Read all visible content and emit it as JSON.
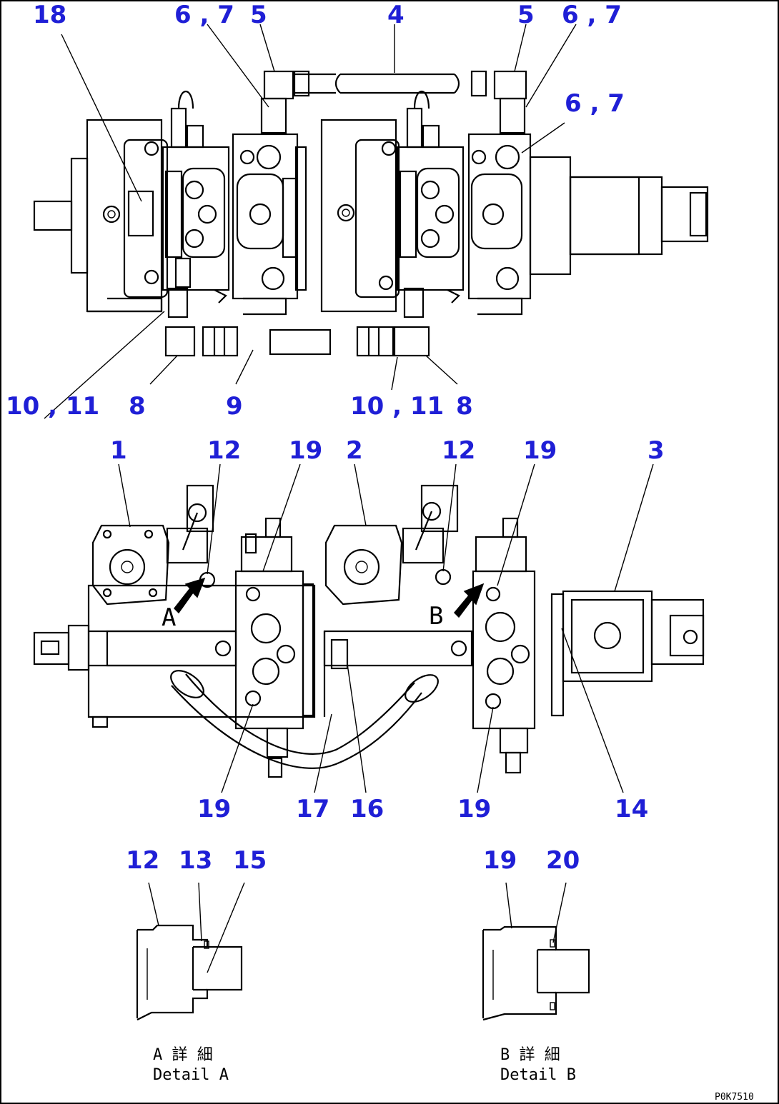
{
  "callouts": [
    {
      "id": "c18",
      "label": "18"
    },
    {
      "id": "c67a",
      "label": "6 , 7"
    },
    {
      "id": "c5a",
      "label": "5"
    },
    {
      "id": "c4",
      "label": "4"
    },
    {
      "id": "c5b",
      "label": "5"
    },
    {
      "id": "c67b",
      "label": "6 , 7"
    },
    {
      "id": "c67c",
      "label": "6 , 7"
    },
    {
      "id": "c1011a",
      "label": "10 , 11"
    },
    {
      "id": "c8a",
      "label": "8"
    },
    {
      "id": "c9",
      "label": "9"
    },
    {
      "id": "c1011b",
      "label": "10 , 11"
    },
    {
      "id": "c8b",
      "label": "8"
    },
    {
      "id": "c1",
      "label": "1"
    },
    {
      "id": "c12a",
      "label": "12"
    },
    {
      "id": "c19a",
      "label": "19"
    },
    {
      "id": "c2",
      "label": "2"
    },
    {
      "id": "c12b",
      "label": "12"
    },
    {
      "id": "c19b",
      "label": "19"
    },
    {
      "id": "c3",
      "label": "3"
    },
    {
      "id": "c19c",
      "label": "19"
    },
    {
      "id": "c17",
      "label": "17"
    },
    {
      "id": "c16",
      "label": "16"
    },
    {
      "id": "c19d",
      "label": "19"
    },
    {
      "id": "c14",
      "label": "14"
    },
    {
      "id": "c12c",
      "label": "12"
    },
    {
      "id": "c13",
      "label": "13"
    },
    {
      "id": "c15",
      "label": "15"
    },
    {
      "id": "c19e",
      "label": "19"
    },
    {
      "id": "c20",
      "label": "20"
    }
  ],
  "view_marks": {
    "a": "A",
    "b": "B"
  },
  "details": {
    "a_jp": "A 詳 細",
    "a_en": "Detail A",
    "b_jp": "B 詳 細",
    "b_en": "Detail B"
  },
  "drawing_code": "P0K7510"
}
